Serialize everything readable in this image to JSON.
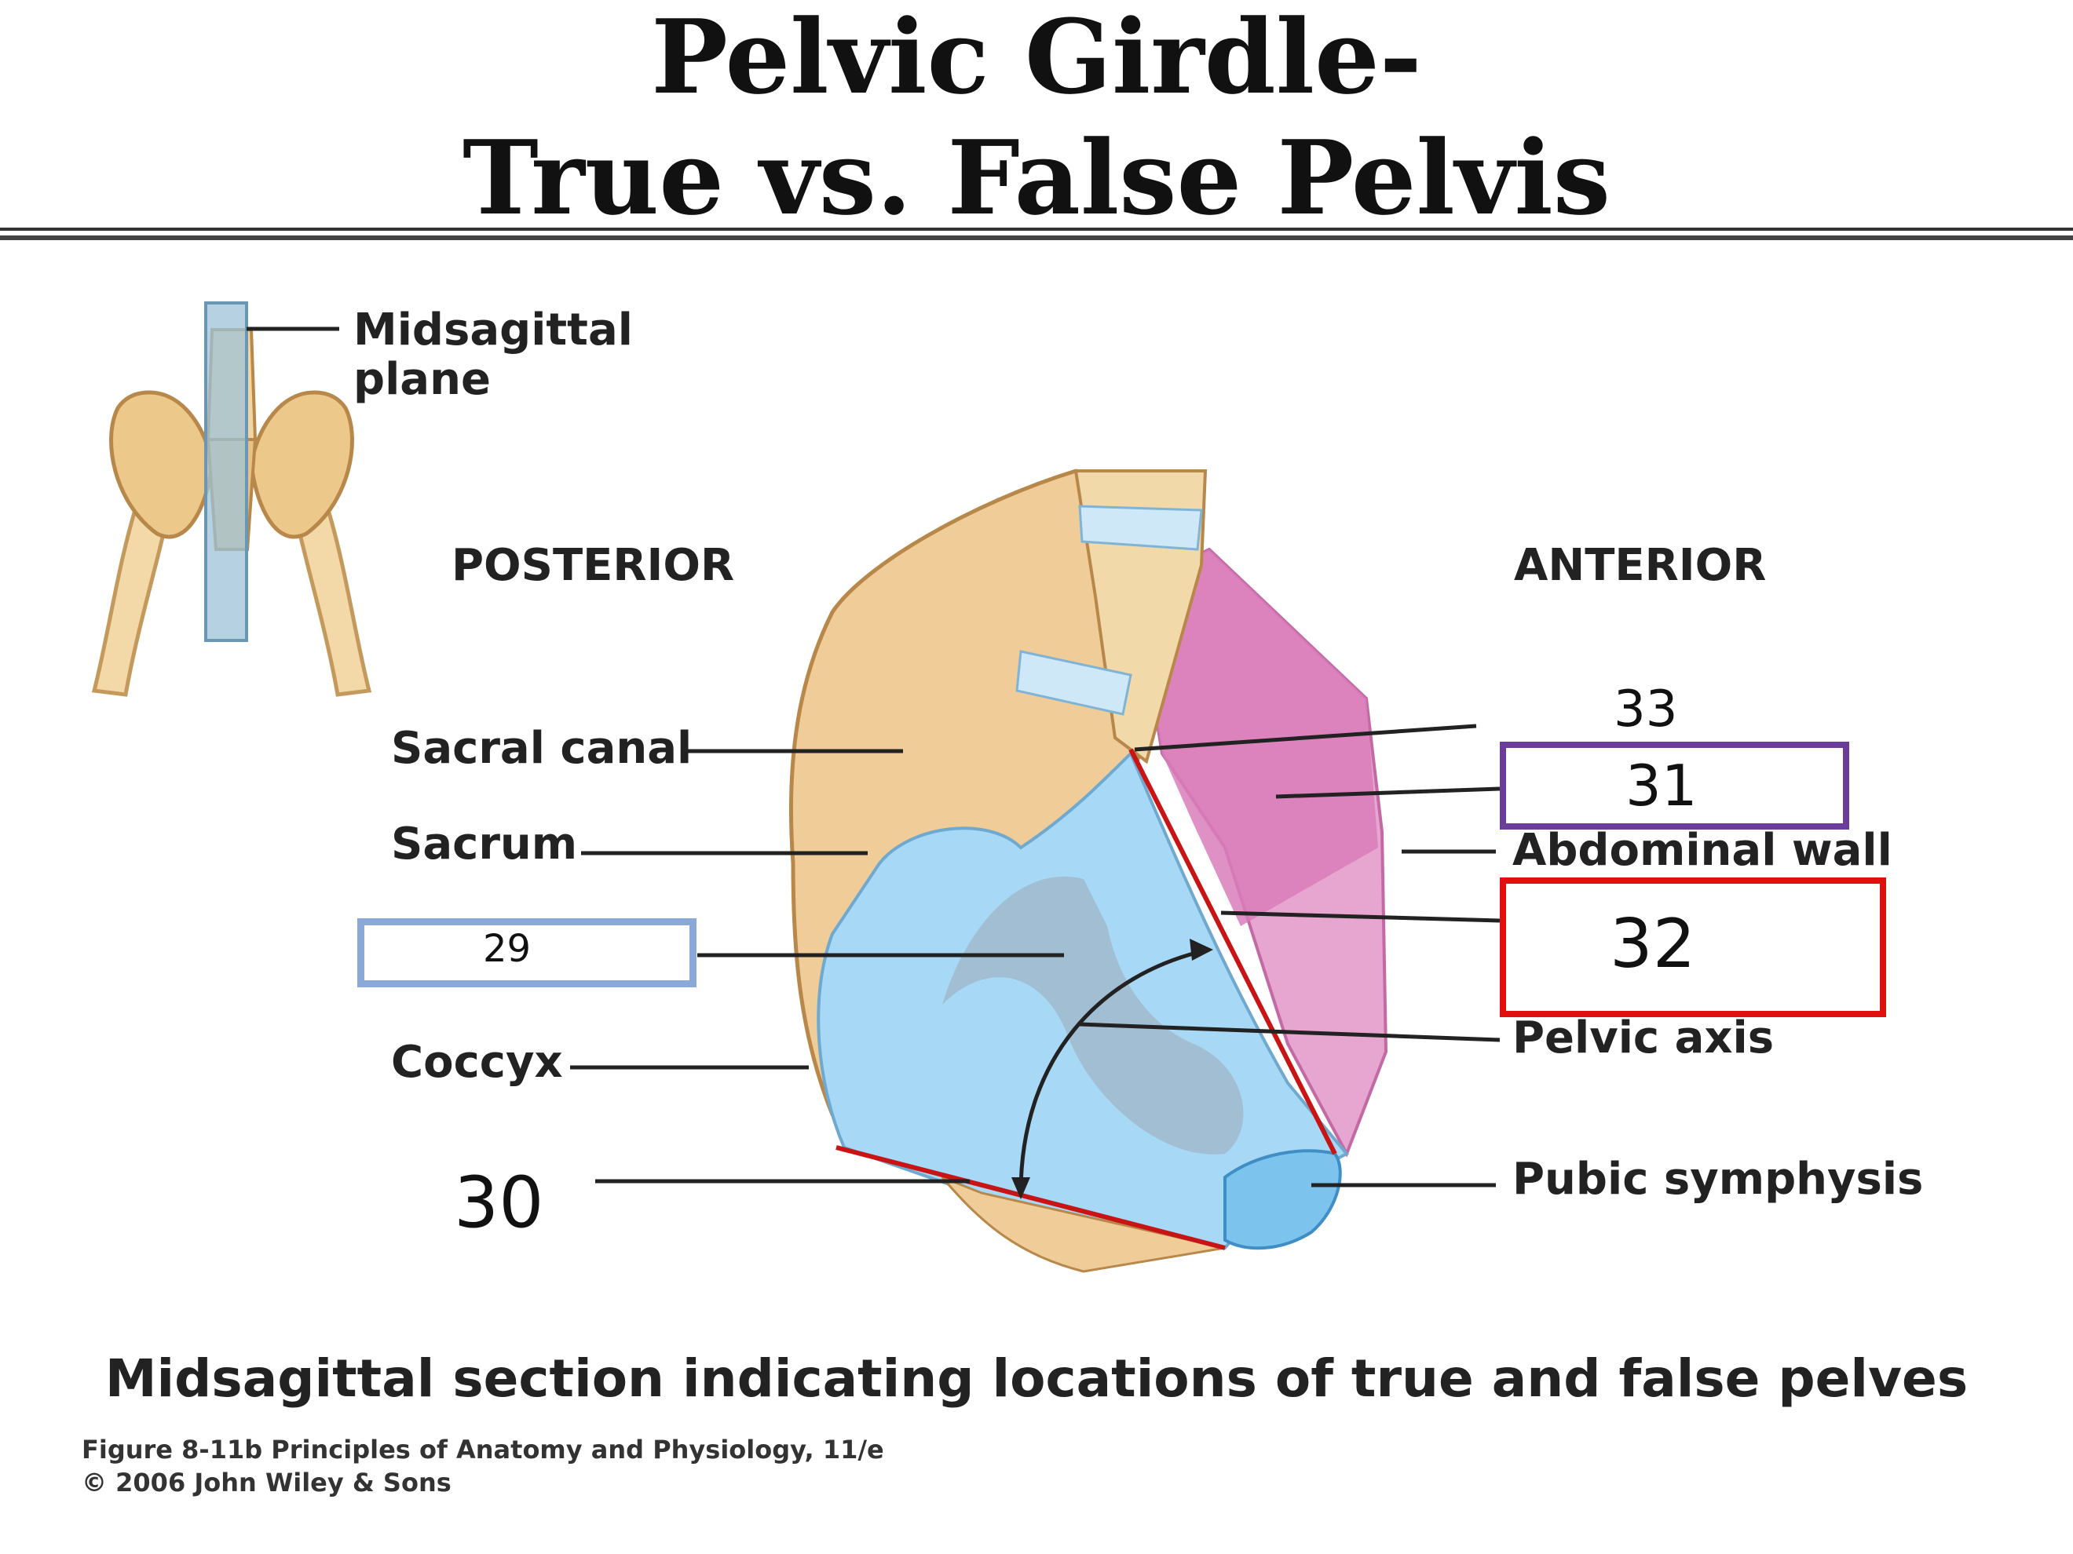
{
  "slide": {
    "title_line1": "Pelvic Girdle-",
    "title_line2": "True vs. False Pelvis"
  },
  "figure": {
    "inset_label": "Midsagittal\nplane",
    "posterior": "POSTERIOR",
    "anterior": "ANTERIOR",
    "labels": {
      "sacral_canal": "Sacral canal",
      "sacrum": "Sacrum",
      "coccyx": "Coccyx",
      "abdominal_wall": "Abdominal wall",
      "pelvic_axis": "Pelvic axis",
      "pubic_symphysis": "Pubic symphysis"
    },
    "answers": {
      "n29": "29",
      "n30": "30",
      "n31": "31",
      "n32": "32",
      "n33": "33"
    },
    "caption": "Midsagittal section indicating locations of true and false pelves",
    "credit_line1": "Figure 8-11b  Principles of Anatomy and Physiology, 11/e",
    "credit_line2": "© 2006 John Wiley & Sons"
  },
  "colors": {
    "box_29": "#8aa8d8",
    "box_31": "#6a3d9a",
    "box_32": "#e01010",
    "true_pelvis": "#a7d8f5",
    "false_pelvis": "#d87ab8",
    "bone": "#f0cc98",
    "pelvic_line": "#c81414"
  }
}
